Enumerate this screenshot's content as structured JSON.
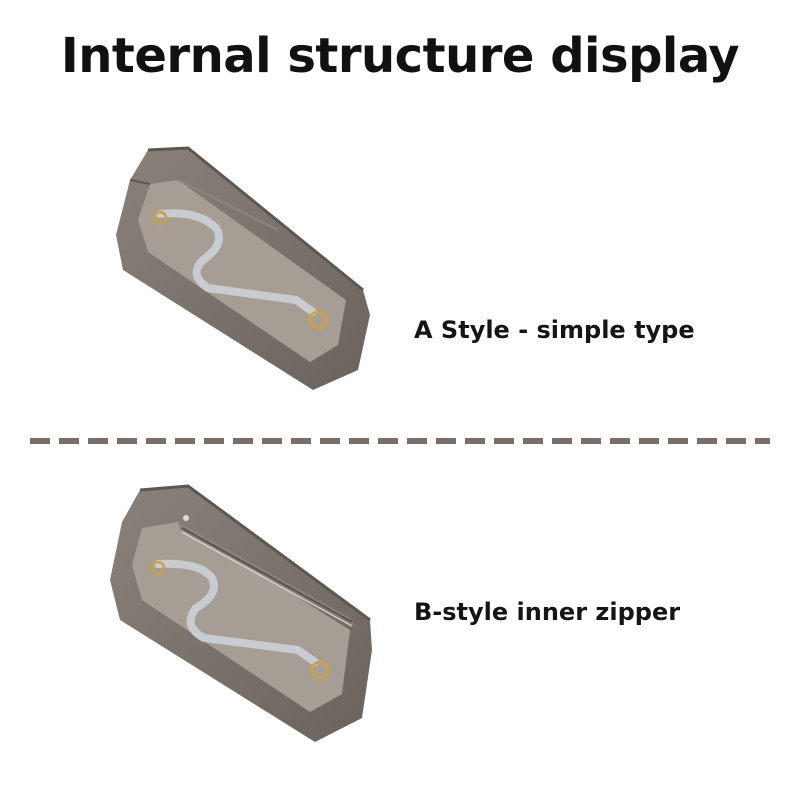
{
  "page": {
    "title": "Internal structure display"
  },
  "variants": [
    {
      "label": "A Style - simple type"
    },
    {
      "label": "B-style inner zipper"
    }
  ],
  "colors": {
    "felt_outer": "#7b736b",
    "felt_inner": "#a79f96",
    "felt_shadow": "#5f5852",
    "strap": "#c9ccd0",
    "ring": "#c8a24a",
    "divider": "#7a6f68",
    "text": "#111111"
  },
  "icons": {
    "divider": "dashed-line"
  }
}
